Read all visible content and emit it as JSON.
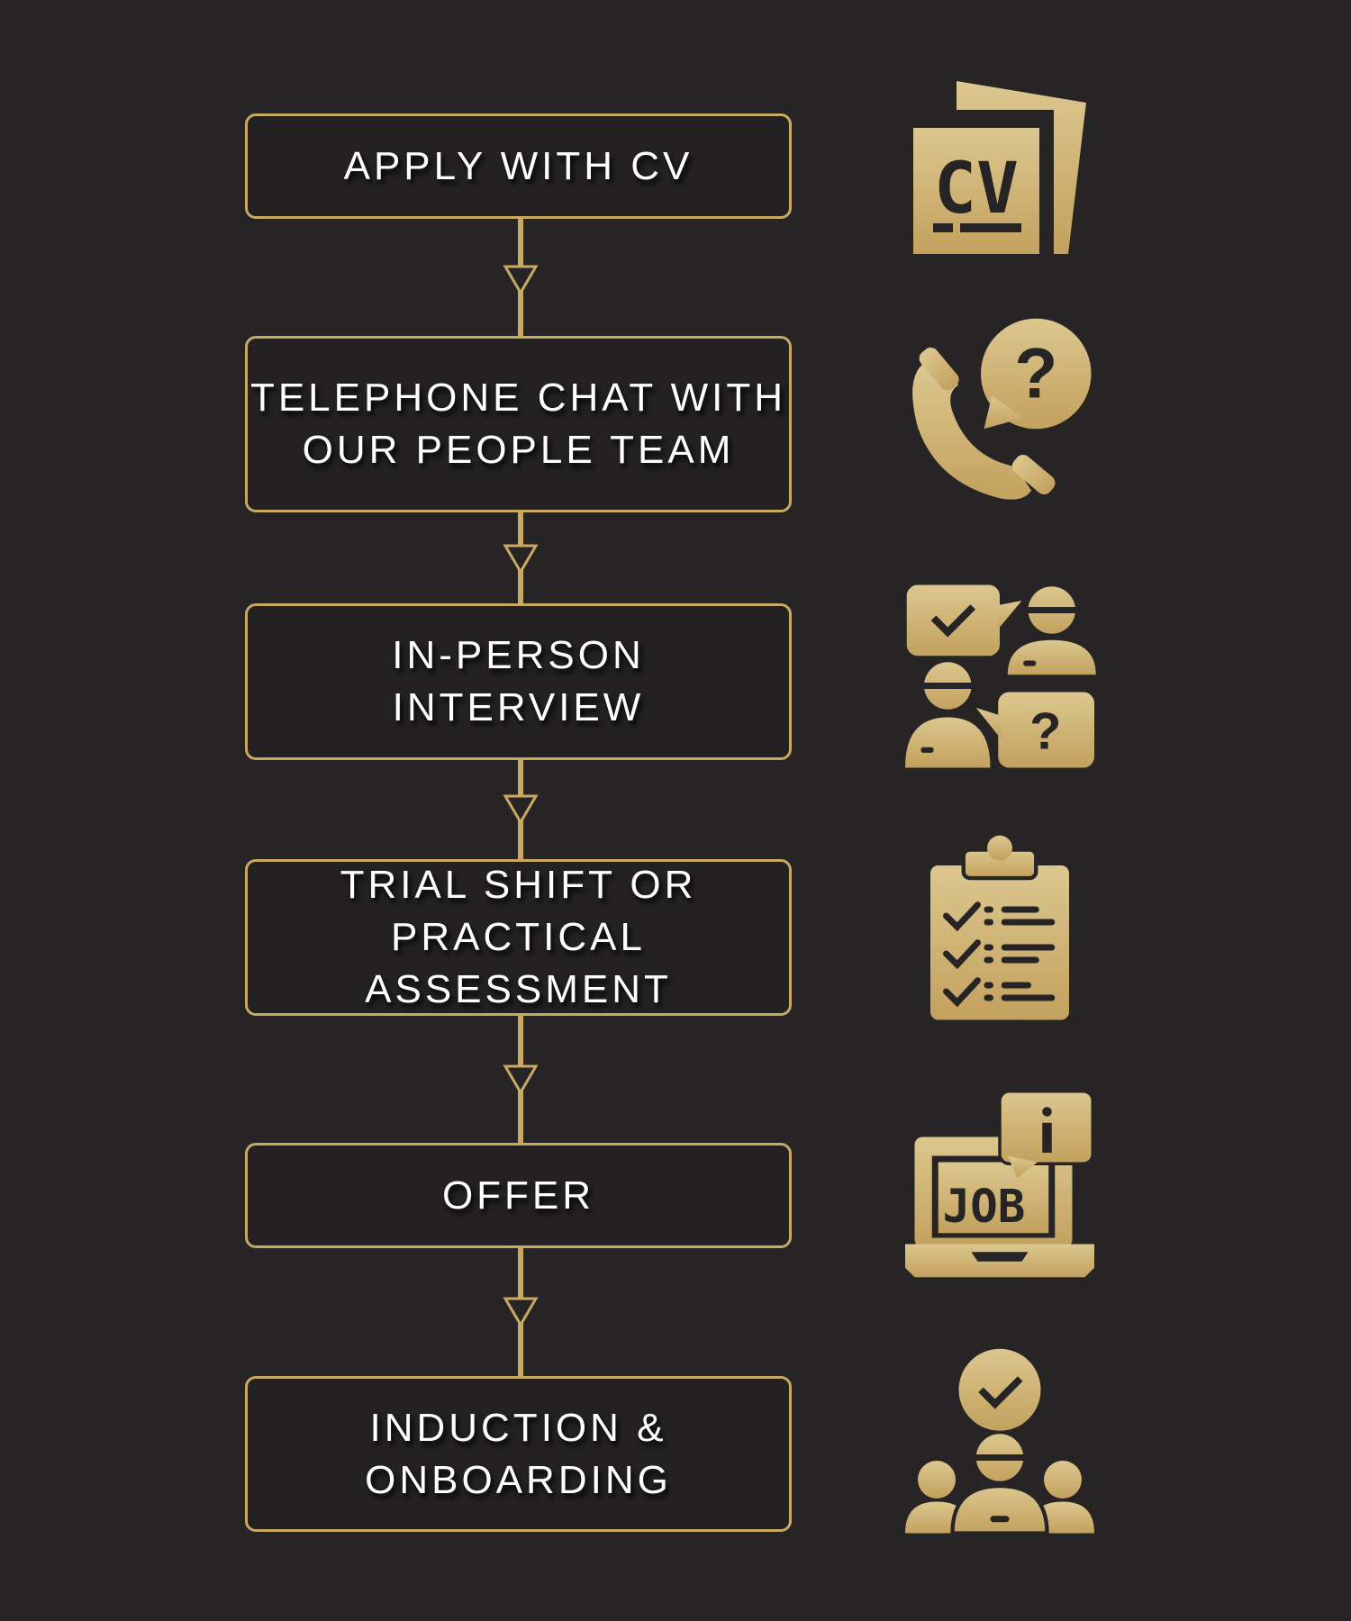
{
  "steps": [
    {
      "label": "APPLY WITH CV",
      "icon": "cv-document-icon"
    },
    {
      "label": "TELEPHONE CHAT WITH\nOUR PEOPLE TEAM",
      "icon": "phone-question-icon"
    },
    {
      "label": "IN-PERSON\nINTERVIEW",
      "icon": "interview-icon"
    },
    {
      "label": "TRIAL SHIFT OR\nPRACTICAL ASSESSMENT",
      "icon": "checklist-clipboard-icon"
    },
    {
      "label": "OFFER",
      "icon": "job-laptop-icon"
    },
    {
      "label": "INDUCTION &\nONBOARDING",
      "icon": "team-onboarding-icon"
    }
  ],
  "cv_icon_text": "CV",
  "job_icon_text": "JOB",
  "colors": {
    "background": "#262425",
    "gold": "#c9a862",
    "gold_light": "#dcc78f",
    "text": "#ffffff"
  }
}
